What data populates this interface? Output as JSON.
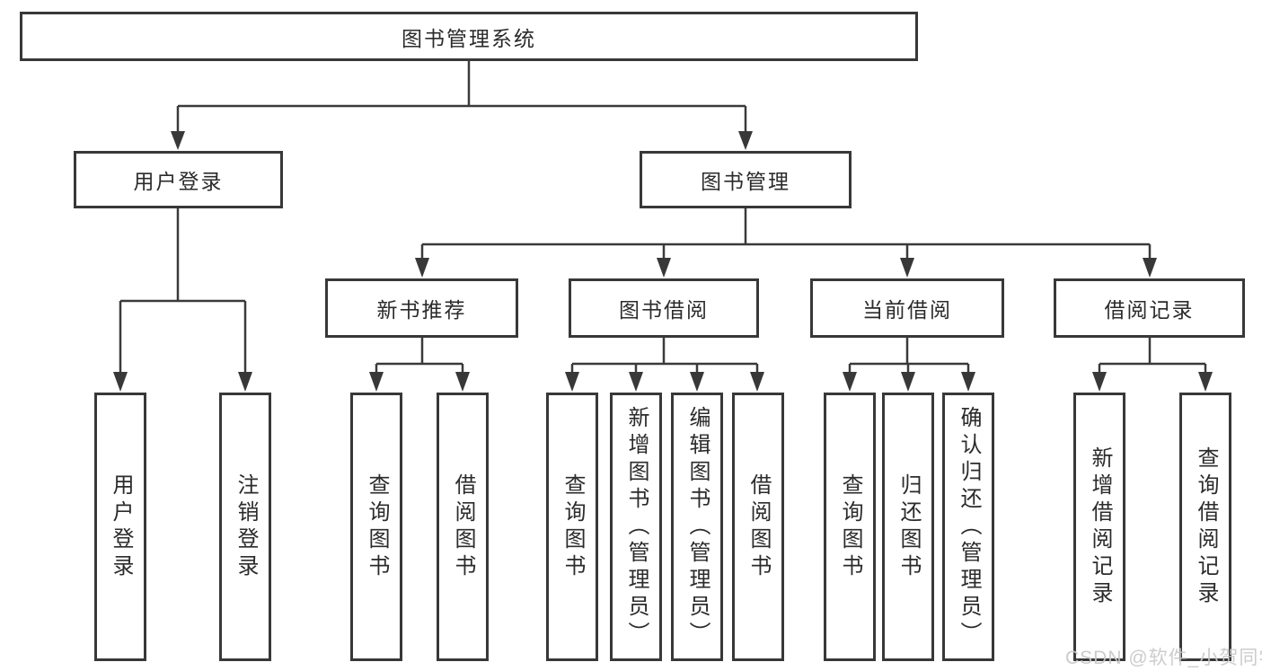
{
  "diagram": {
    "type": "tree",
    "colors": {
      "line": "#3a3a3a",
      "box_border": "#383838",
      "text": "#2b2b2b",
      "watermark": "#c8c8c8",
      "background": "#ffffff"
    },
    "tree": {
      "root": {
        "label": "图书管理系统",
        "children": [
          {
            "label": "用户登录",
            "children": [
              {
                "label": "用户登录"
              },
              {
                "label": "注销登录"
              }
            ]
          },
          {
            "label": "图书管理",
            "children": [
              {
                "label": "新书推荐",
                "children": [
                  {
                    "label": "查询图书"
                  },
                  {
                    "label": "借阅图书"
                  }
                ]
              },
              {
                "label": "图书借阅",
                "children": [
                  {
                    "label": "查询图书"
                  },
                  {
                    "label": "新增图书（管理员）"
                  },
                  {
                    "label": "编辑图书（管理员）"
                  },
                  {
                    "label": "借阅图书"
                  }
                ]
              },
              {
                "label": "当前借阅",
                "children": [
                  {
                    "label": "查询图书"
                  },
                  {
                    "label": "归还图书"
                  },
                  {
                    "label": "确认归还（管理员）"
                  }
                ]
              },
              {
                "label": "借阅记录",
                "children": [
                  {
                    "label": "新增借阅记录"
                  },
                  {
                    "label": "查询借阅记录"
                  }
                ]
              }
            ]
          }
        ]
      }
    },
    "watermark": {
      "text": "CSDN @软件_小贺同学"
    }
  }
}
